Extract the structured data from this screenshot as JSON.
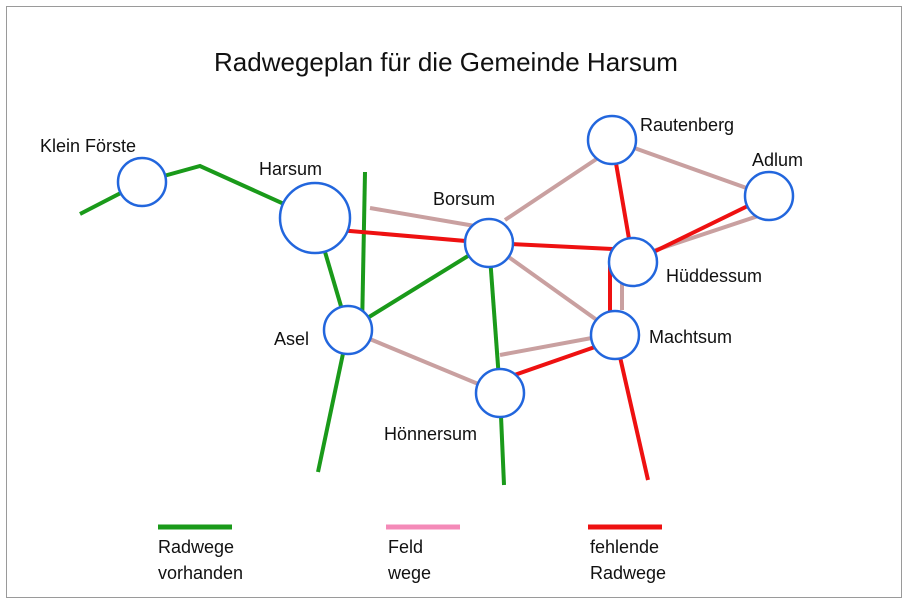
{
  "title": "Radwegeplan für die Gemeinde Harsum",
  "colors": {
    "vorhanden": "#1a9a1a",
    "feld": "#c9a0a0",
    "feld_legend": "#f48ab8",
    "fehlend": "#ee1111",
    "node_stroke": "#2266dd"
  },
  "nodes": {
    "klein_foerste": "Klein Förste",
    "harsum": "Harsum",
    "borsum": "Borsum",
    "rautenberg": "Rautenberg",
    "adlum": "Adlum",
    "hueddessum": "Hüddessum",
    "asel": "Asel",
    "machtsum": "Machtsum",
    "hoennersum": "Hönnersum"
  },
  "legend": {
    "vorhanden_line1": "Radwege",
    "vorhanden_line2": "vorhanden",
    "feld_line1": "Feld",
    "feld_line2": "wege",
    "fehlend_line1": "fehlende",
    "fehlend_line2": "Radwege"
  }
}
